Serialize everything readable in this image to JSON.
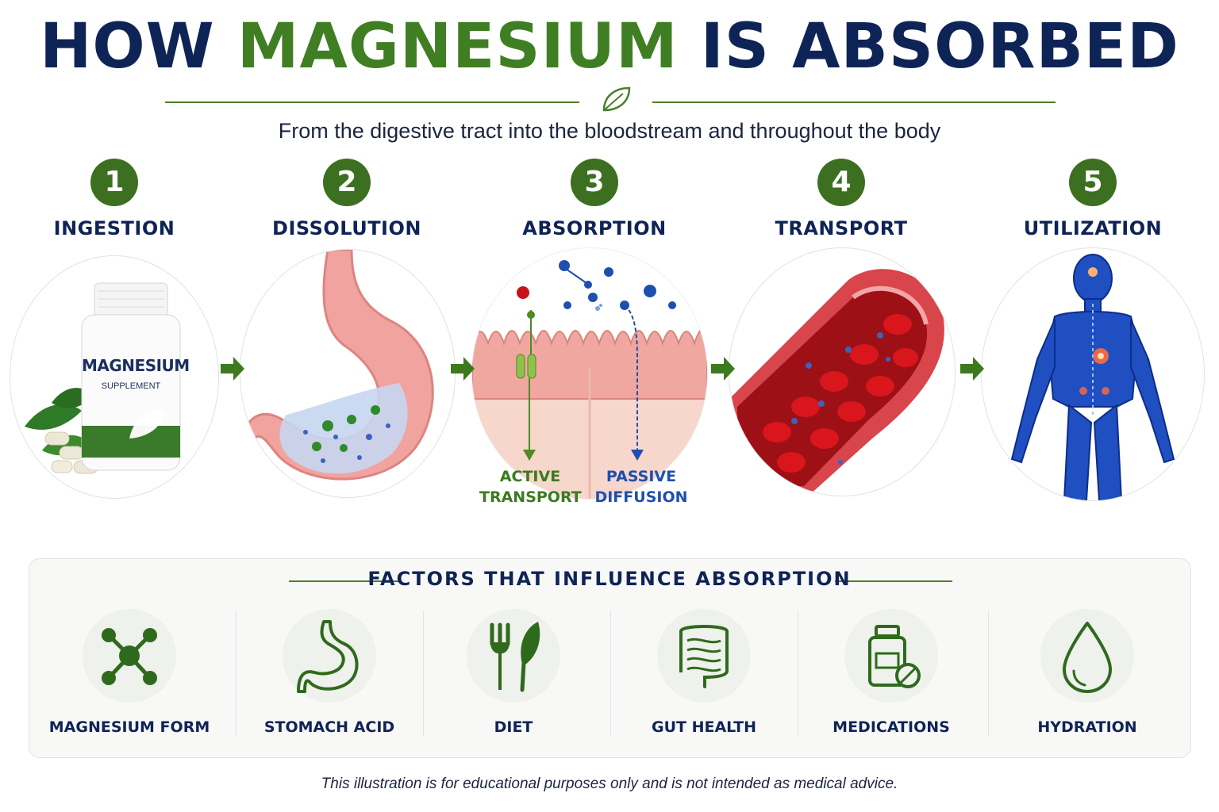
{
  "title": {
    "part1": "HOW ",
    "highlight": "MAGNESIUM",
    "part2": " IS ABSORBED"
  },
  "subtitle": "From the digestive tract into the bloodstream and throughout the body",
  "steps": [
    {
      "number": "1",
      "label": "INGESTION"
    },
    {
      "number": "2",
      "label": "DISSOLUTION"
    },
    {
      "number": "3",
      "label": "ABSORPTION"
    },
    {
      "number": "4",
      "label": "TRANSPORT"
    },
    {
      "number": "5",
      "label": "UTILIZATION"
    }
  ],
  "bottle": {
    "brand": "MAGNESIUM",
    "type": "SUPPLEMENT"
  },
  "absorption": {
    "active_line1": "ACTIVE",
    "active_line2": "TRANSPORT",
    "passive_line1": "PASSIVE",
    "passive_line2": "DIFFUSION"
  },
  "factors_title": "FACTORS THAT INFLUENCE ABSORPTION",
  "factors": [
    {
      "label": "MAGNESIUM FORM",
      "icon": "molecule-icon"
    },
    {
      "label": "STOMACH ACID",
      "icon": "stomach-icon"
    },
    {
      "label": "DIET",
      "icon": "fork-leaf-icon"
    },
    {
      "label": "GUT HEALTH",
      "icon": "intestine-icon"
    },
    {
      "label": "MEDICATIONS",
      "icon": "pill-bottle-icon"
    },
    {
      "label": "HYDRATION",
      "icon": "water-drop-icon"
    }
  ],
  "disclaimer": "This illustration is for educational purposes only and is not intended as medical advice.",
  "colors": {
    "navy": "#0f2456",
    "green": "#3f7e22",
    "dark_green": "#3c6f1f",
    "blue": "#1e4fb0",
    "red": "#c8121a"
  }
}
